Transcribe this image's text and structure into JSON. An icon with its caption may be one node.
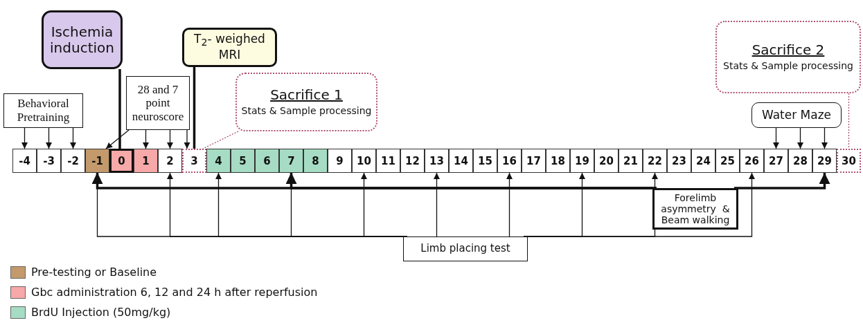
{
  "diagram": {
    "nodes": [
      {
        "text": [
          "Ischemia induction"
        ]
      },
      {
        "text": [
          "T$_{2}$- weighed MRI"
        ]
      },
      {
        "text": [
          "Sacrifice 2",
          "Stats & Sample processing"
        ]
      },
      {
        "text": [
          "Behavioral Pretraining"
        ]
      },
      {
        "text": [
          "28 and 7 point neuroscore"
        ]
      },
      {
        "text": [
          "Sacrifice 1",
          "Stats & Sample processing"
        ]
      },
      {
        "text": [
          "Water Maze"
        ]
      },
      {
        "text": [
          "-4"
        ]
      },
      {
        "text": [
          "-3"
        ]
      },
      {
        "text": [
          "-2"
        ]
      },
      {
        "text": [
          "-1"
        ]
      },
      {
        "text": [
          "0"
        ]
      },
      {
        "text": [
          "1"
        ]
      },
      {
        "text": [
          "2"
        ]
      },
      {
        "text": [
          "3"
        ]
      },
      {
        "text": [
          "4"
        ]
      },
      {
        "text": [
          "5"
        ]
      },
      {
        "text": [
          "6"
        ]
      },
      {
        "text": [
          "7"
        ]
      },
      {
        "text": [
          "8"
        ]
      },
      {
        "text": [
          "9"
        ]
      },
      {
        "text": [
          "10"
        ]
      },
      {
        "text": [
          "11"
        ]
      },
      {
        "text": [
          "12"
        ]
      },
      {
        "text": [
          "13"
        ]
      },
      {
        "text": [
          "14"
        ]
      },
      {
        "text": [
          "15"
        ]
      },
      {
        "text": [
          "16"
        ]
      },
      {
        "text": [
          "17"
        ]
      },
      {
        "text": [
          "18"
        ]
      },
      {
        "text": [
          "19"
        ]
      },
      {
        "text": [
          "20"
        ]
      },
      {
        "text": [
          "21"
        ]
      },
      {
        "text": [
          "22"
        ]
      },
      {
        "text": [
          "23"
        ]
      },
      {
        "text": [
          "24"
        ]
      },
      {
        "text": [
          "25"
        ]
      },
      {
        "text": [
          "26"
        ]
      },
      {
        "text": [
          "27"
        ]
      },
      {
        "text": [
          "28"
        ]
      },
      {
        "text": [
          "29"
        ]
      },
      {
        "text": [
          "30"
        ]
      },
      {
        "text": [
          "Forelimb asymmetry  & Beam walking"
        ]
      },
      {
        "text": [
          "Limb placing test"
        ]
      }
    ],
    "edges": [
      {
        "from": 3,
        "to": 7,
        "arrow": "to"
      },
      {
        "from": 3,
        "to": 8,
        "arrow": "to"
      },
      {
        "from": 3,
        "to": 9,
        "arrow": "to"
      },
      {
        "from": 0,
        "to": 11,
        "arrow": "none",
        "style": "thick"
      },
      {
        "from": 4,
        "to": 10,
        "arrow": "to"
      },
      {
        "from": 4,
        "to": 12,
        "arrow": "to"
      },
      {
        "from": 4,
        "to": 13,
        "arrow": "to"
      },
      {
        "from": 4,
        "to": 14,
        "arrow": "to"
      },
      {
        "from": 1,
        "to": 14,
        "arrow": "none",
        "style": "thick"
      },
      {
        "from": 5,
        "to": 14,
        "arrow": "none",
        "style": "dashed",
        "color": "#b05070"
      },
      {
        "from": 2,
        "to": 41,
        "arrow": "none",
        "style": "dashed",
        "color": "#b05070"
      },
      {
        "from": 6,
        "to": 38,
        "arrow": "to"
      },
      {
        "from": 6,
        "to": 39,
        "arrow": "to"
      },
      {
        "from": 6,
        "to": 40,
        "arrow": "to"
      },
      {
        "from": 42,
        "to": 10,
        "arrow": "to",
        "style": "thick"
      },
      {
        "from": 42,
        "to": 18,
        "arrow": "to",
        "style": "thick"
      },
      {
        "from": 42,
        "to": 40,
        "arrow": "to",
        "style": "thick"
      },
      {
        "from": 43,
        "to": 10,
        "arrow": "to"
      },
      {
        "from": 43,
        "to": 13,
        "arrow": "to"
      },
      {
        "from": 43,
        "to": 15,
        "arrow": "to"
      },
      {
        "from": 43,
        "to": 18,
        "arrow": "to"
      },
      {
        "from": 43,
        "to": 21,
        "arrow": "to"
      },
      {
        "from": 43,
        "to": 24,
        "arrow": "to"
      },
      {
        "from": 43,
        "to": 27,
        "arrow": "to"
      },
      {
        "from": 43,
        "to": 30,
        "arrow": "to"
      },
      {
        "from": 43,
        "to": 33,
        "arrow": "to"
      },
      {
        "from": 43,
        "to": 37,
        "arrow": "to"
      }
    ],
    "legend": [
      {
        "text": "Pre-testing or Baseline",
        "color": "#c49a6c"
      },
      {
        "text": "Gbc administration 6, 12 and 24 h after reperfusion",
        "color": "#f7a8a8"
      },
      {
        "text": "BrdU Injection (50mg/kg)",
        "color": "#a6dcc4"
      }
    ]
  }
}
